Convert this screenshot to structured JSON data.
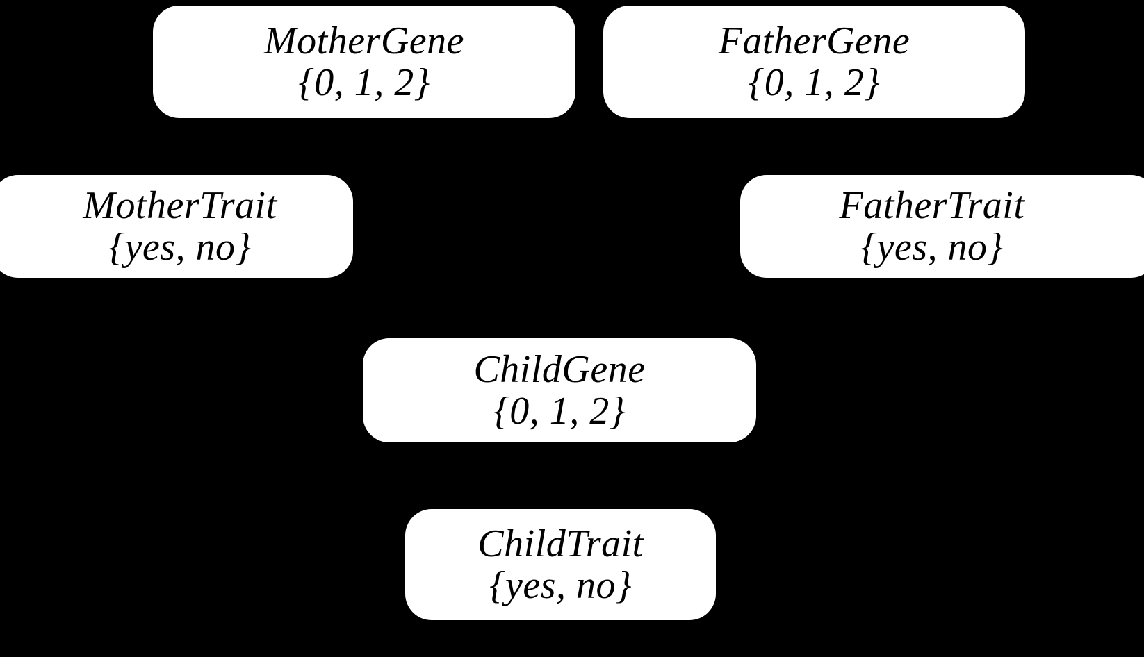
{
  "diagram": {
    "type": "bayesian-network",
    "background_color": "#000000",
    "node_fill_color": "#ffffff",
    "node_text_color": "#000000",
    "nodes": [
      {
        "id": "mother-gene",
        "label": "MotherGene",
        "domain": "{0, 1, 2}"
      },
      {
        "id": "father-gene",
        "label": "FatherGene",
        "domain": "{0, 1, 2}"
      },
      {
        "id": "mother-trait",
        "label": "MotherTrait",
        "domain": "{yes, no}"
      },
      {
        "id": "father-trait",
        "label": "FatherTrait",
        "domain": "{yes, no}"
      },
      {
        "id": "child-gene",
        "label": "ChildGene",
        "domain": "{0, 1, 2}"
      },
      {
        "id": "child-trait",
        "label": "ChildTrait",
        "domain": "{yes, no}"
      }
    ]
  }
}
